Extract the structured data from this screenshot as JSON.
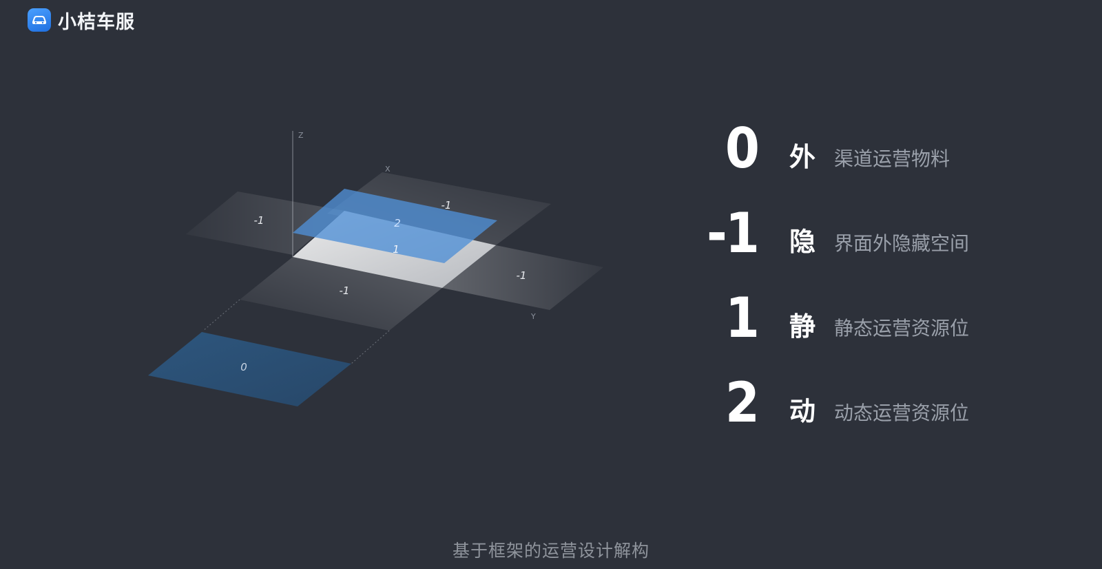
{
  "brand": {
    "name": "小桔车服",
    "logo_icon": "car-icon",
    "logo_color": "#2f7de8"
  },
  "diagram": {
    "axes": {
      "z": "Z",
      "x": "X",
      "y": "Y"
    },
    "planes": {
      "left": "-1",
      "back": "-1",
      "right": "-1",
      "front": "-1",
      "top": "2",
      "base": "1",
      "bottom": "0"
    },
    "colors": {
      "blue_plane": "#4f8fd6",
      "bottom_plane": "#2d5a85",
      "white_plane": "#e6e6e6"
    }
  },
  "legend": [
    {
      "num": "0",
      "word": "外",
      "desc": "渠道运营物料"
    },
    {
      "num": "-1",
      "word": "隐",
      "desc": "界面外隐藏空间"
    },
    {
      "num": "1",
      "word": "静",
      "desc": "静态运营资源位"
    },
    {
      "num": "2",
      "word": "动",
      "desc": "动态运营资源位"
    }
  ],
  "caption": "基于框架的运营设计解构"
}
